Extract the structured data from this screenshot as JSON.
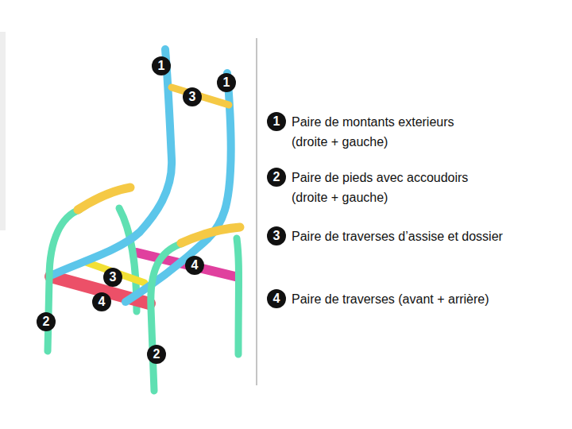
{
  "diagram": {
    "labels": [
      "1",
      "1",
      "3",
      "3",
      "4",
      "4",
      "2",
      "2",
      "1",
      "2",
      "3",
      "4"
    ],
    "legend": [
      {
        "text": "Paire de montants exterieurs (droite + gauche)"
      },
      {
        "text": "Paire de pieds avec accoudoirs (droite + gauche)"
      },
      {
        "text": "Paire de traverses d’assise et dossier"
      },
      {
        "text": "Paire de traverses (avant + arrière)"
      }
    ]
  }
}
